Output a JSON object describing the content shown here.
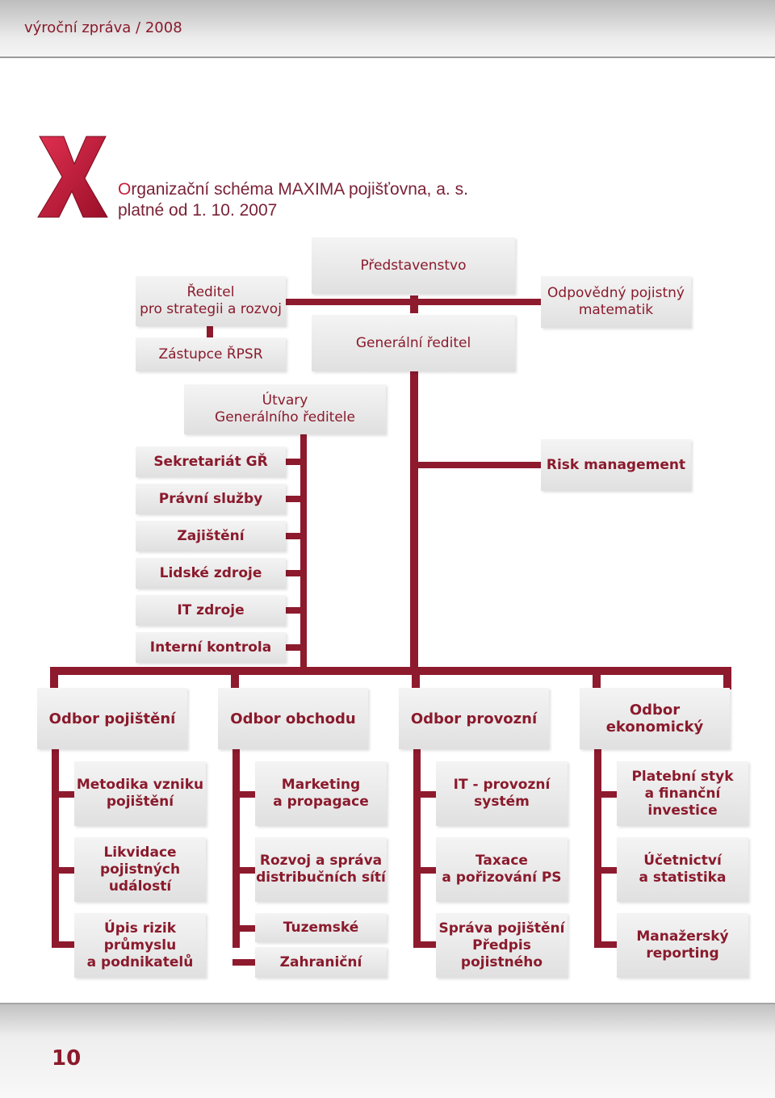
{
  "header": {
    "title": "výroční zpráva / 2008"
  },
  "logo": {
    "letter": "X"
  },
  "document": {
    "title_first_letter": "O",
    "title_rest": "rganizační schéma MAXIMA pojišťovna, a. s.",
    "subtitle": "platné od 1. 10. 2007"
  },
  "colors": {
    "accent": "#8a1a2c",
    "box": "#e8e8e8",
    "logo": "#c41e3a"
  },
  "top": {
    "predstavenstvo": "Představenstvo",
    "generalni_reditel": "Generální ředitel",
    "reditel_strategie": [
      "Ředitel",
      "pro strategii a rozvoj"
    ],
    "zastupce": "Zástupce ŘPSR",
    "matematik": [
      "Odpovědný pojistný",
      "matematik"
    ],
    "utvary": [
      "Útvary",
      "Generálního ředitele"
    ],
    "risk": "Risk management"
  },
  "staff_units": [
    "Sekretariát GŘ",
    "Právní služby",
    "Zajištění",
    "Lidské zdroje",
    "IT zdroje",
    "Interní kontrola"
  ],
  "departments": [
    {
      "label": "Odbor pojištění",
      "subs": [
        [
          "Metodika vzniku",
          "pojištění"
        ],
        [
          "Likvidace",
          "pojistných",
          "událostí"
        ],
        [
          "Úpis rizik",
          "průmyslu",
          "a podnikatelů"
        ]
      ]
    },
    {
      "label": "Odbor obchodu",
      "subs": [
        [
          "Marketing",
          "a propagace"
        ],
        [
          "Rozvoj a správa",
          "distribučních sítí"
        ],
        [
          "Tuzemské"
        ],
        [
          "Zahraniční"
        ]
      ]
    },
    {
      "label": "Odbor provozní",
      "subs": [
        [
          "IT - provozní",
          "systém"
        ],
        [
          "Taxace",
          "a pořizování PS"
        ],
        [
          "Správa pojištění",
          "Předpis pojistného"
        ]
      ]
    },
    {
      "label": "Odbor ekonomický",
      "subs": [
        [
          "Platební styk",
          "a finanční",
          "investice"
        ],
        [
          "Účetnictví",
          "a statistika"
        ],
        [
          "Manažerský",
          "reporting"
        ]
      ]
    }
  ],
  "footer": {
    "page_number": "10"
  }
}
